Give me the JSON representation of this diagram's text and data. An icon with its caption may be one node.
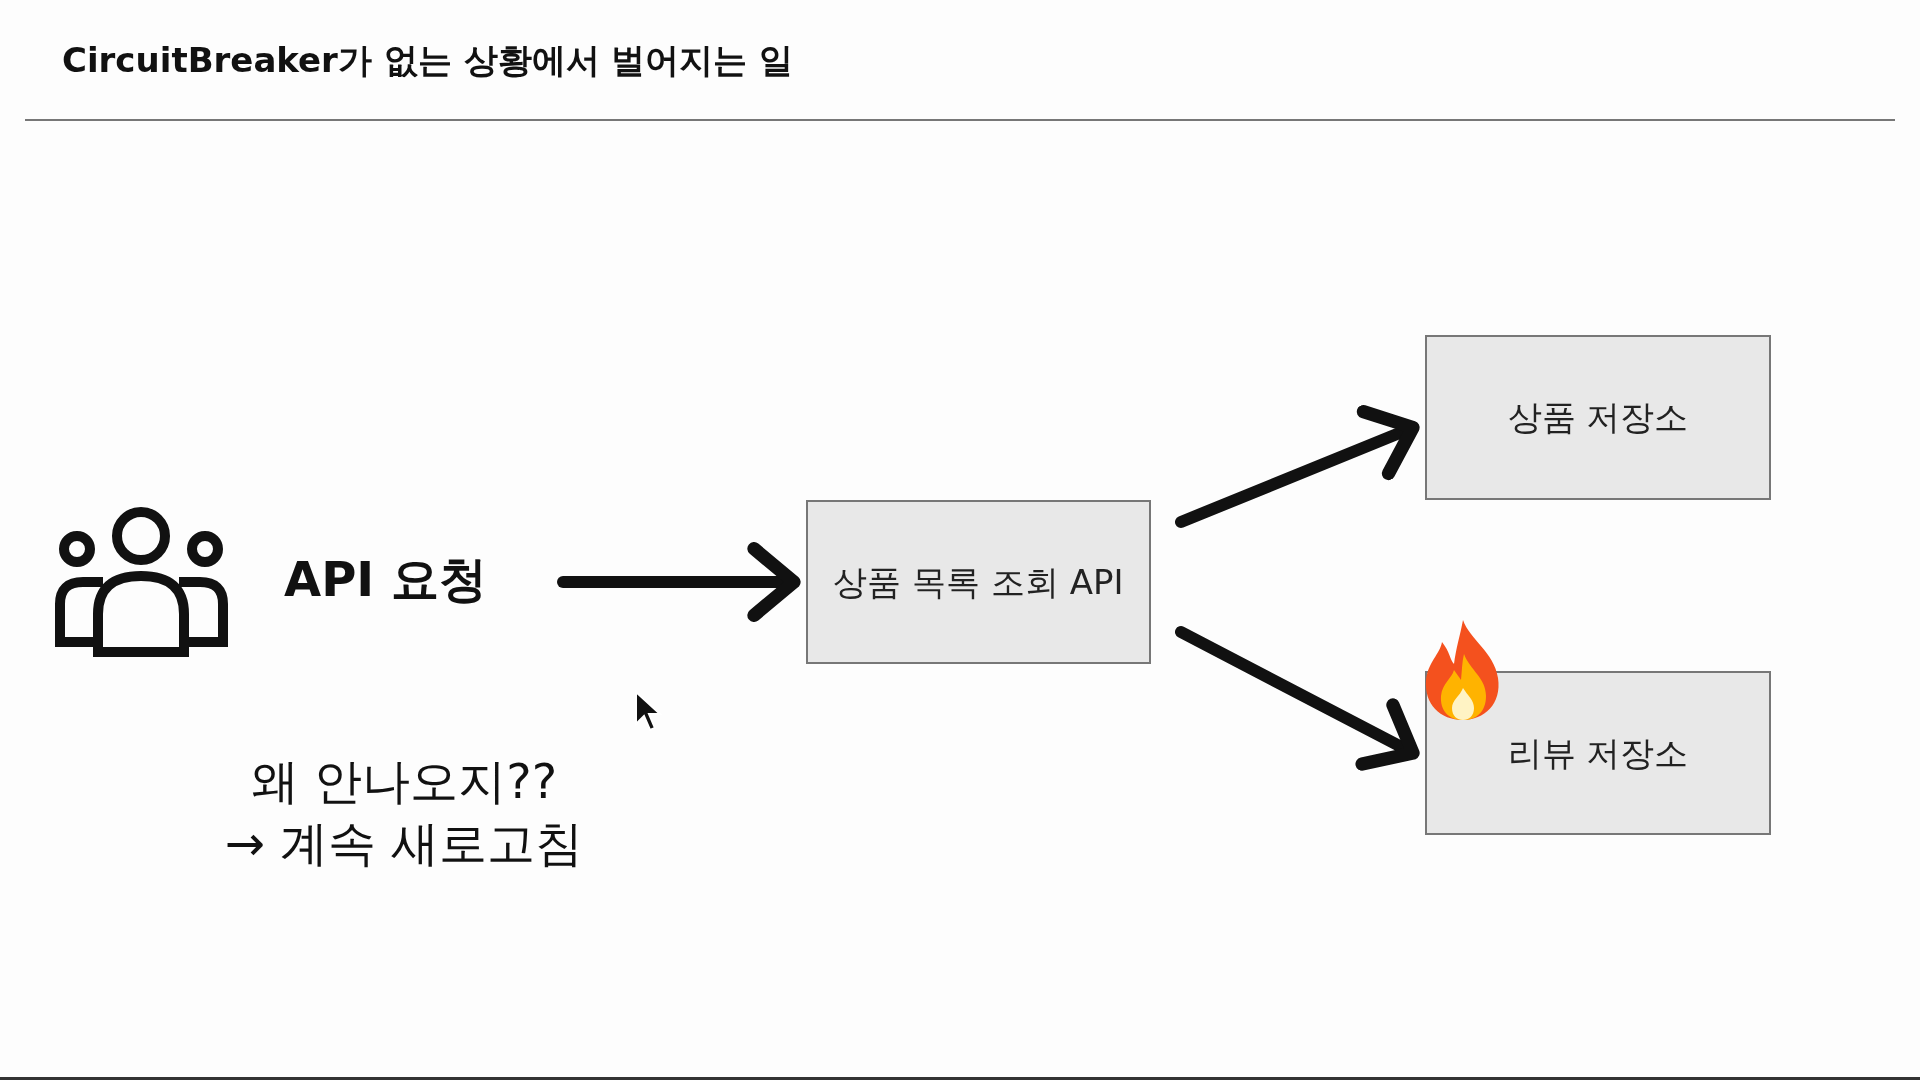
{
  "diagram": {
    "title": "CircuitBreaker가 없는 상황에서 벌어지는 일",
    "nodes": [
      {
        "text": [],
        "shape": "person",
        "beside": [
          "API 요청"
        ]
      },
      {
        "text": [
          "상품 목록 조회 API"
        ]
      },
      {
        "text": [
          "상품 저장소"
        ]
      },
      {
        "text": [
          "리뷰 저장소"
        ]
      }
    ],
    "edges": [
      {
        "from": 0,
        "to": 1,
        "arrow": "to"
      },
      {
        "from": 1,
        "to": 2,
        "arrow": "to"
      },
      {
        "from": 1,
        "to": 3,
        "arrow": "to"
      }
    ],
    "labels": [
      "왜 안나오지??",
      "→ 계속 새로고침"
    ]
  }
}
